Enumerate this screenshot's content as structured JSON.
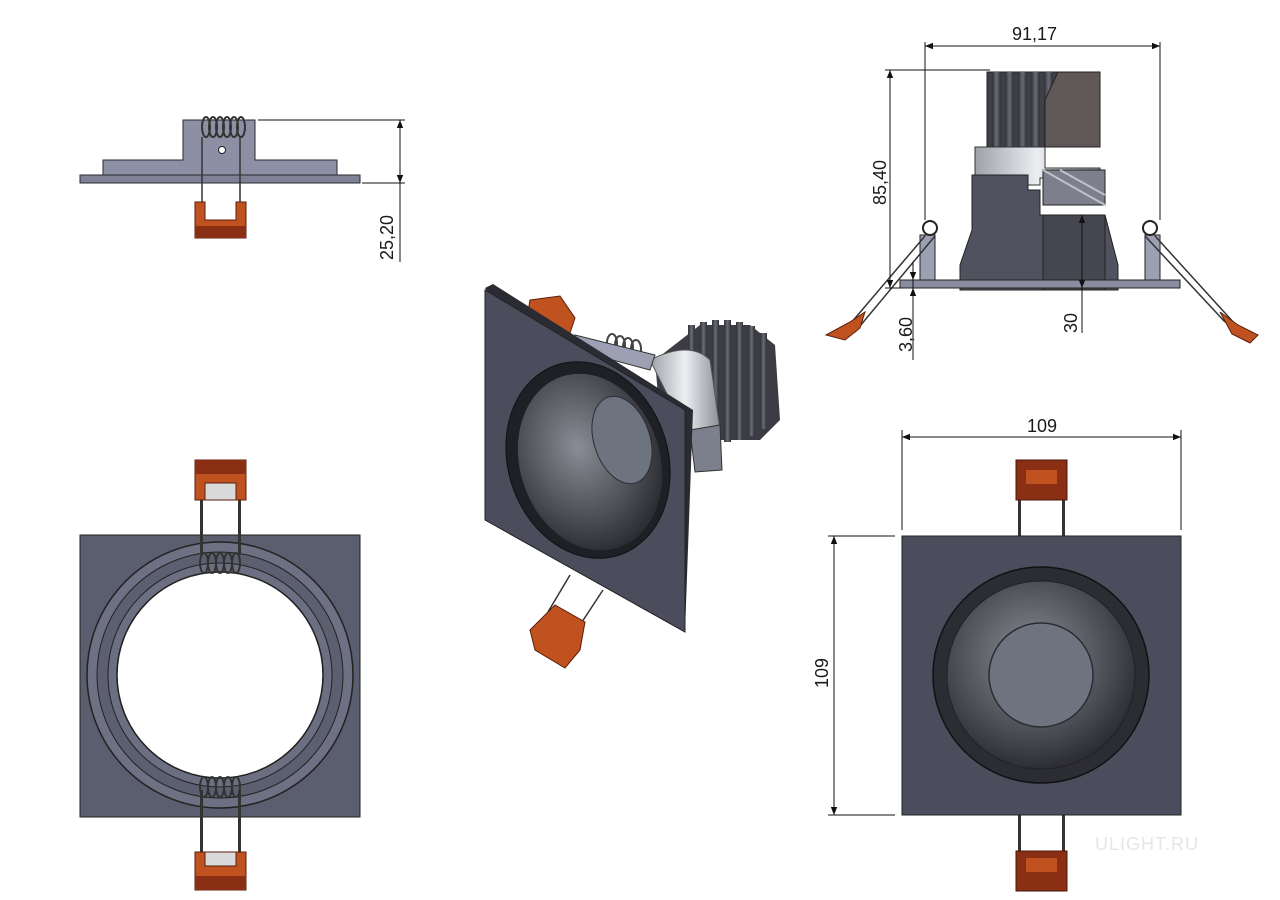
{
  "dimensions": {
    "mount_height": "25,20",
    "outer_diameter": "91,17",
    "total_height": "85,40",
    "flange_thickness": "3,60",
    "lens_depth": "30",
    "face_width": "109",
    "face_height": "109"
  },
  "watermark": "ULIGHT.RU",
  "colors": {
    "housing": "#4b4d5c",
    "housing_light": "#62657a",
    "clip": "#c0521f",
    "clip_dark": "#8a2e14",
    "heatsink": "#3a3b42",
    "ring": "#c7c9cf",
    "lens": "#6d7480"
  }
}
